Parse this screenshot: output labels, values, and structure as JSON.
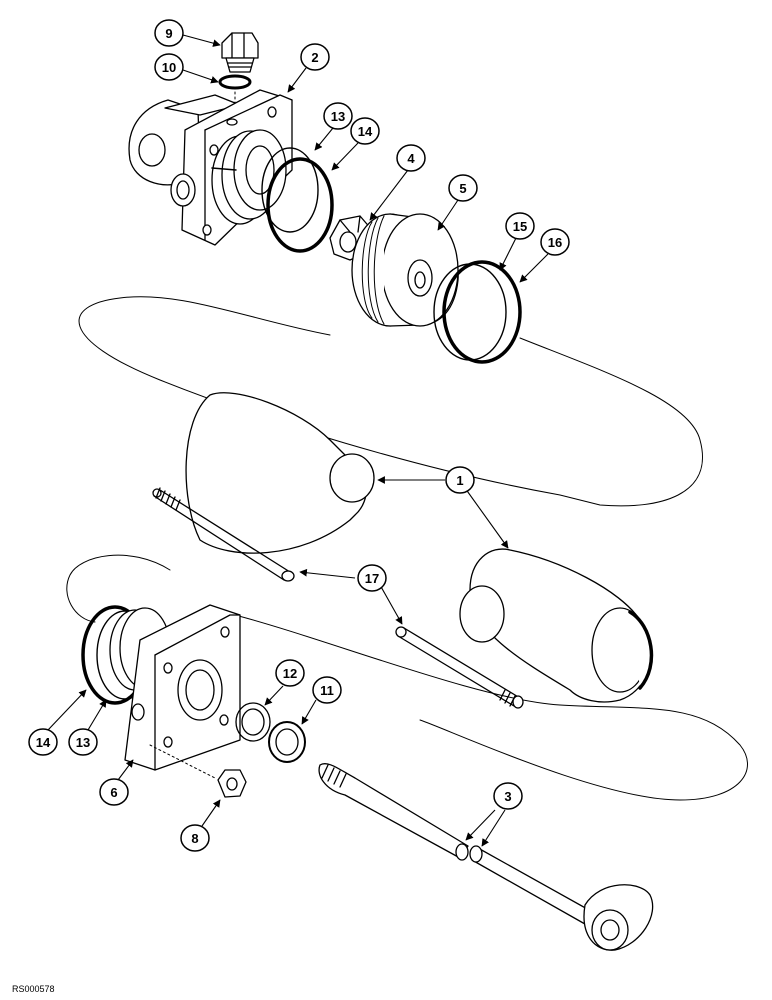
{
  "figure_code": "RS000578",
  "callouts": {
    "c1": "1",
    "c2": "2",
    "c3": "3",
    "c4": "4",
    "c5": "5",
    "c6": "6",
    "c8": "8",
    "c9": "9",
    "c10": "10",
    "c11": "11",
    "c12": "12",
    "c13a": "13",
    "c13b": "13",
    "c14a": "14",
    "c14b": "14",
    "c15": "15",
    "c16": "16",
    "c17": "17"
  }
}
